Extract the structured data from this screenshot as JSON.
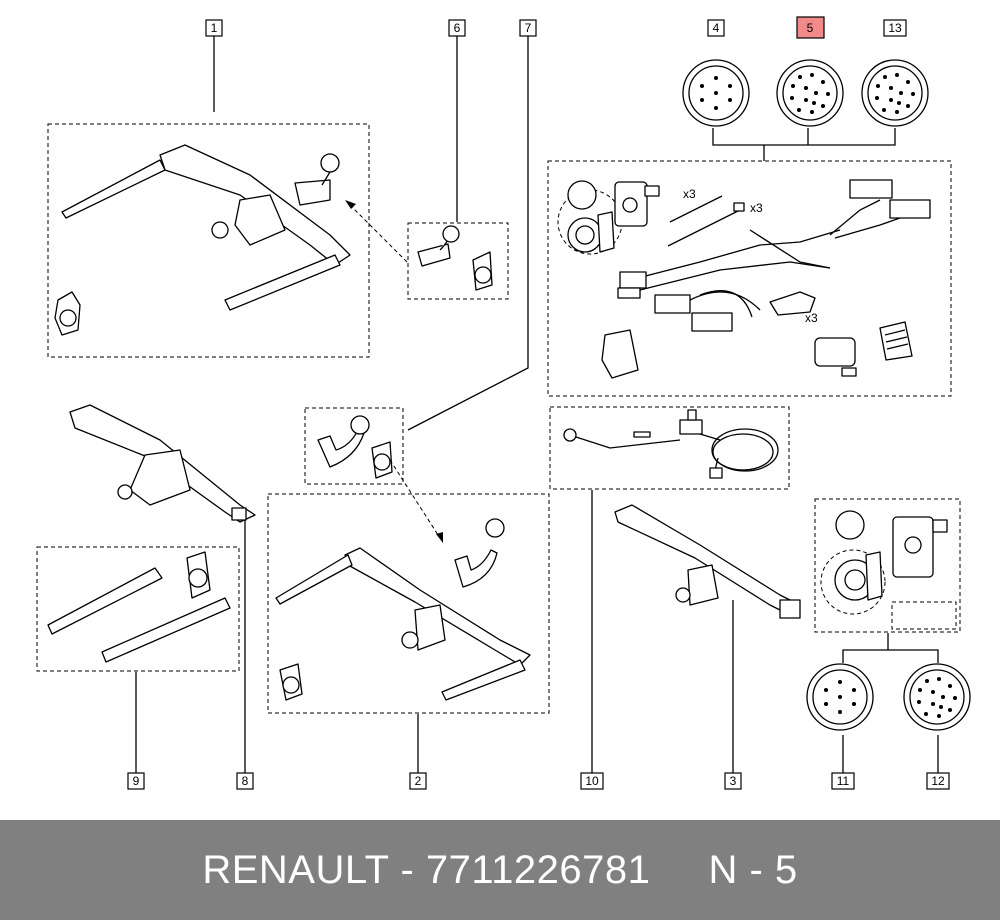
{
  "labels": [
    {
      "id": "1",
      "text": "1"
    },
    {
      "id": "2",
      "text": "2"
    },
    {
      "id": "3",
      "text": "3"
    },
    {
      "id": "4",
      "text": "4"
    },
    {
      "id": "5",
      "text": "5"
    },
    {
      "id": "6",
      "text": "6"
    },
    {
      "id": "7",
      "text": "7"
    },
    {
      "id": "8",
      "text": "8"
    },
    {
      "id": "9",
      "text": "9"
    },
    {
      "id": "10",
      "text": "10"
    },
    {
      "id": "11",
      "text": "11"
    },
    {
      "id": "12",
      "text": "12"
    },
    {
      "id": "13",
      "text": "13"
    }
  ],
  "highlight_label": "5",
  "highlight_color": "#f28a8a",
  "quantities": {
    "q1": "x3",
    "q2": "x3",
    "q3": "x3"
  },
  "footer": {
    "text": "RENAULT - 7711226781     N - 5",
    "background": "#808080",
    "color": "#ffffff"
  }
}
